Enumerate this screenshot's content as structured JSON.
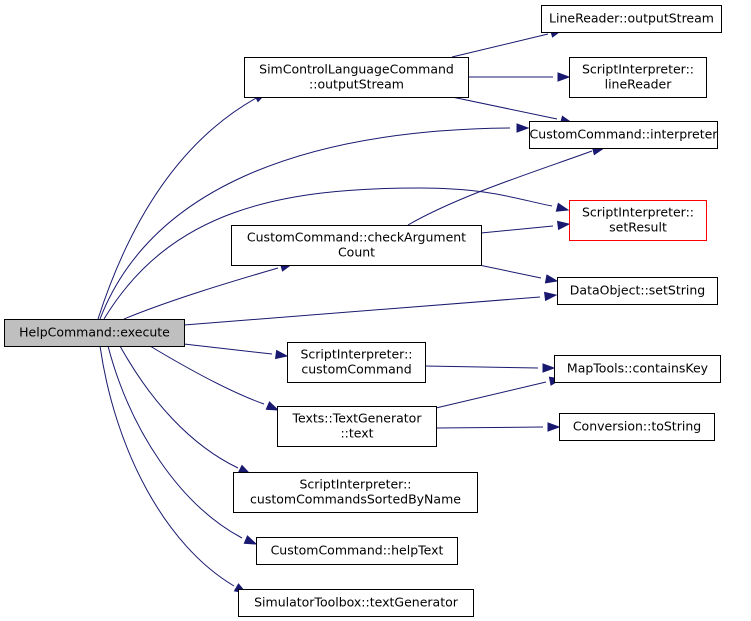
{
  "colors": {
    "edge": "#191970",
    "root_fill": "#bfbfbf",
    "border": "#000000",
    "red_border": "#ff0000"
  },
  "nodes": {
    "root": {
      "lines": [
        "HelpCommand::execute"
      ]
    },
    "sclOutput": {
      "lines": [
        "SimControlLanguageCommand",
        "::outputStream"
      ]
    },
    "lrOutput": {
      "lines": [
        "LineReader::outputStream"
      ]
    },
    "siLineReader": {
      "lines": [
        "ScriptInterpreter::",
        "lineReader"
      ]
    },
    "ccInterp": {
      "lines": [
        "CustomCommand::interpreter"
      ]
    },
    "siSetResult": {
      "lines": [
        "ScriptInterpreter::",
        "setResult"
      ]
    },
    "ccCheckArg": {
      "lines": [
        "CustomCommand::checkArgument",
        "Count"
      ]
    },
    "doSetString": {
      "lines": [
        "DataObject::setString"
      ]
    },
    "siCustomCmd": {
      "lines": [
        "ScriptInterpreter::",
        "customCommand"
      ]
    },
    "mtContains": {
      "lines": [
        "MapTools::containsKey"
      ]
    },
    "ttText": {
      "lines": [
        "Texts::TextGenerator",
        "::text"
      ]
    },
    "convToString": {
      "lines": [
        "Conversion::toString"
      ]
    },
    "siSorted": {
      "lines": [
        "ScriptInterpreter::",
        "customCommandsSortedByName"
      ]
    },
    "ccHelpText": {
      "lines": [
        "CustomCommand::helpText"
      ]
    },
    "stTextGen": {
      "lines": [
        "SimulatorToolbox::textGenerator"
      ]
    }
  },
  "edges": [
    [
      "root",
      "sclOutput"
    ],
    [
      "root",
      "ccInterp"
    ],
    [
      "root",
      "siSetResult"
    ],
    [
      "root",
      "ccCheckArg"
    ],
    [
      "root",
      "doSetString"
    ],
    [
      "root",
      "siCustomCmd"
    ],
    [
      "root",
      "ttText"
    ],
    [
      "root",
      "siSorted"
    ],
    [
      "root",
      "ccHelpText"
    ],
    [
      "root",
      "stTextGen"
    ],
    [
      "sclOutput",
      "lrOutput"
    ],
    [
      "sclOutput",
      "siLineReader"
    ],
    [
      "sclOutput",
      "ccInterp"
    ],
    [
      "ccCheckArg",
      "ccInterp"
    ],
    [
      "ccCheckArg",
      "siSetResult"
    ],
    [
      "ccCheckArg",
      "doSetString"
    ],
    [
      "siCustomCmd",
      "mtContains"
    ],
    [
      "ttText",
      "mtContains"
    ],
    [
      "ttText",
      "convToString"
    ]
  ]
}
